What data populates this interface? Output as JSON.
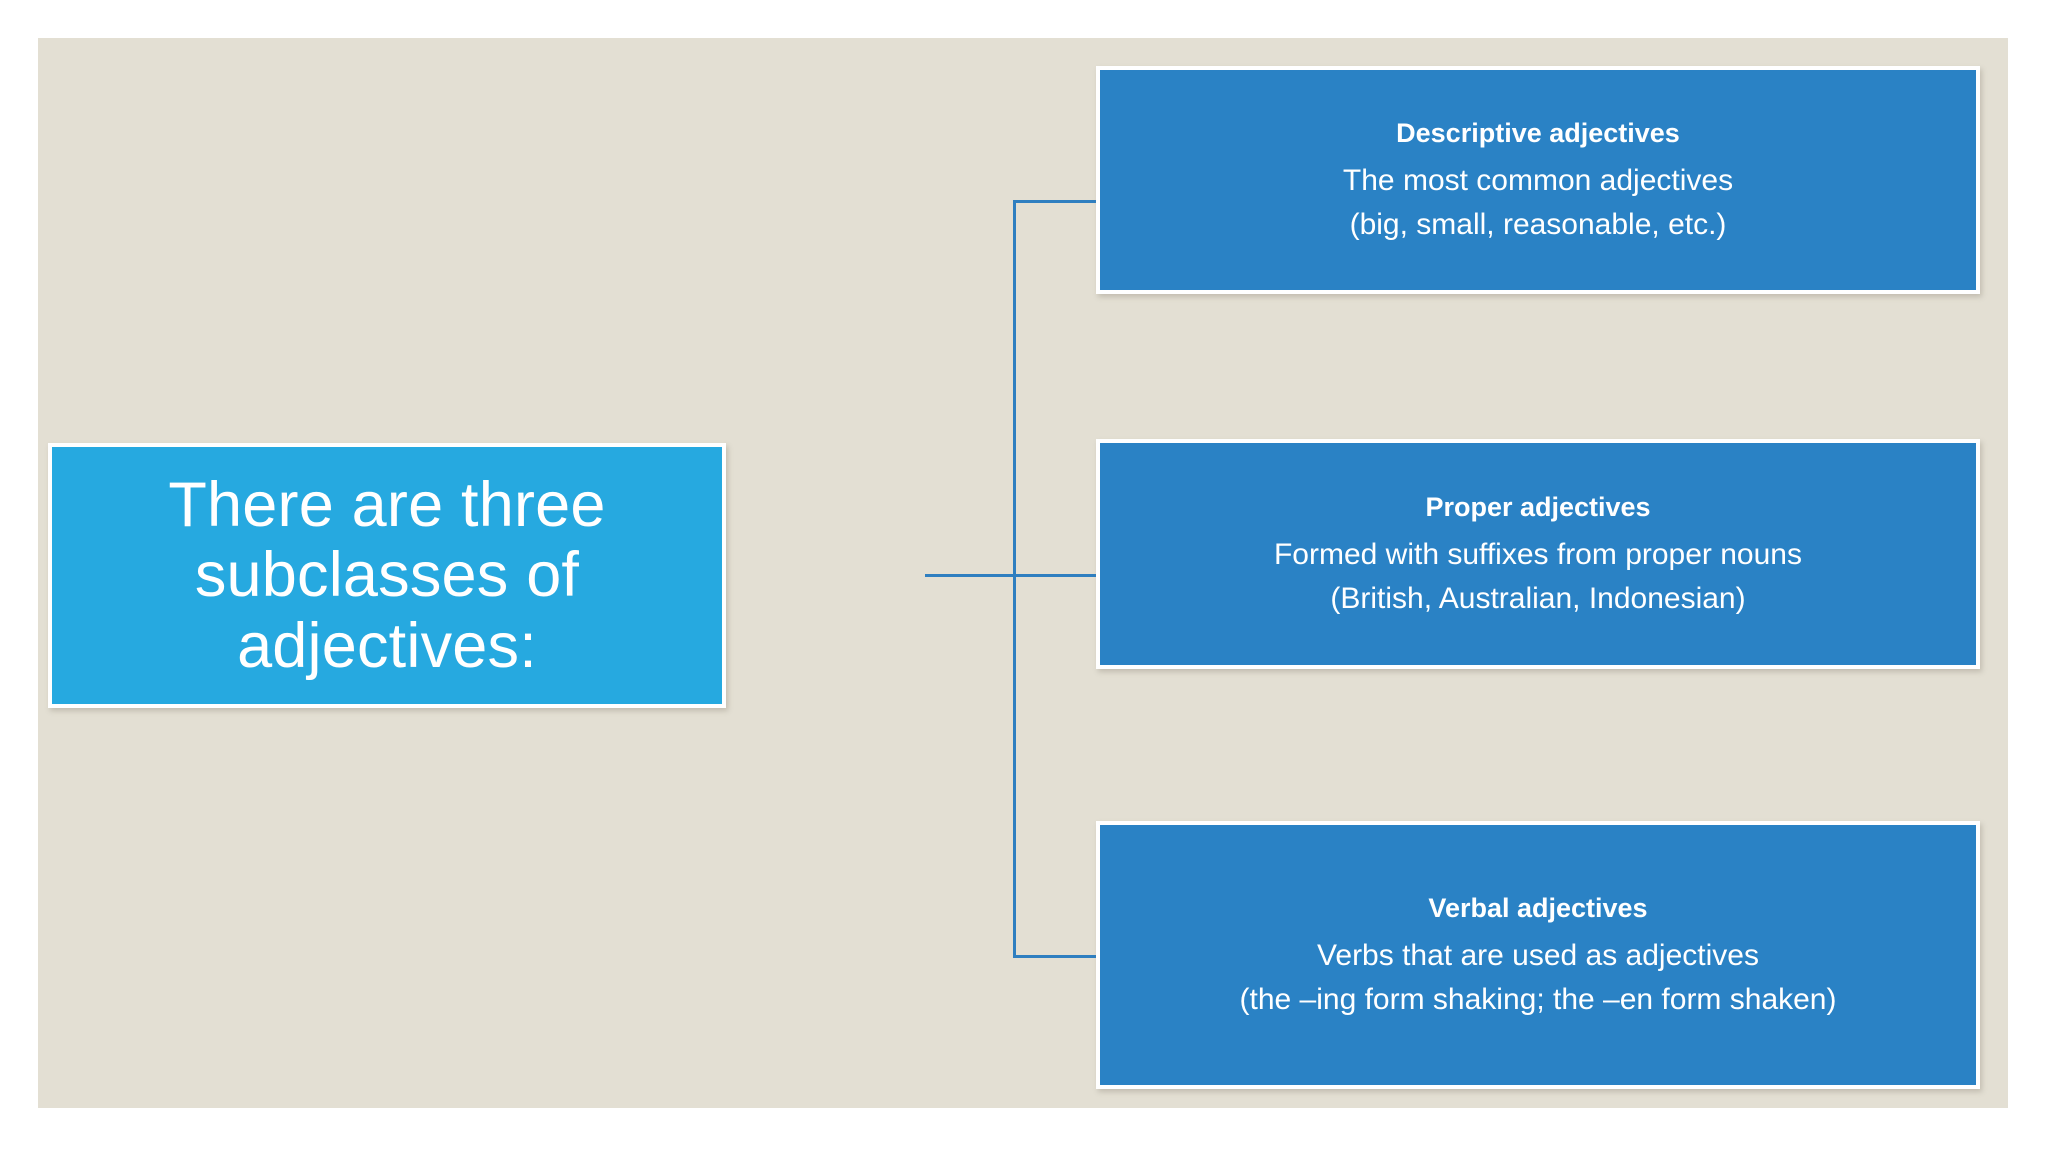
{
  "slide": {
    "background_color": "#e3dfd3",
    "page_background_color": "#ffffff"
  },
  "colors": {
    "root_box": "#26a9e0",
    "child_box": "#2a82c5",
    "connector_line": "#2f7fc0",
    "text": "#ffffff",
    "box_border": "#ffffff"
  },
  "root": {
    "title": "There are three\nsubclasses of adjectives:"
  },
  "children": [
    {
      "heading": "Descriptive adjectives",
      "line1": "The most common adjectives",
      "line2": "(big, small, reasonable, etc.)"
    },
    {
      "heading": "Proper adjectives",
      "line1": "Formed with suffixes from proper nouns",
      "line2": "(British, Australian, Indonesian)"
    },
    {
      "heading": "Verbal adjectives",
      "line1": "Verbs that are used as adjectives",
      "line2": "(the –ing form shaking; the –en form shaken)"
    }
  ],
  "chart_data": {
    "type": "diagram",
    "layout": "horizontal-tree",
    "root": "There are three subclasses of adjectives:",
    "branches": [
      "Descriptive adjectives",
      "Proper adjectives",
      "Verbal adjectives"
    ]
  }
}
